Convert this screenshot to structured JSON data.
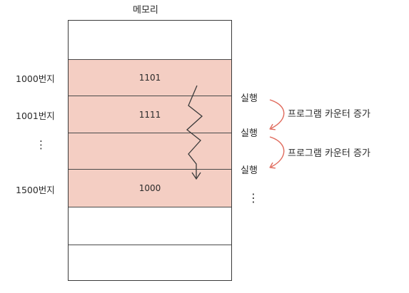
{
  "title": "메모리",
  "rows": [
    {
      "address": "",
      "value": "",
      "highlight": false
    },
    {
      "address": "1000번지",
      "value": "1101",
      "highlight": true
    },
    {
      "address": "1001번지",
      "value": "1111",
      "highlight": true
    },
    {
      "address": "⋮",
      "value": "",
      "highlight": true
    },
    {
      "address": "1500번지",
      "value": "1000",
      "highlight": true
    },
    {
      "address": "",
      "value": "",
      "highlight": false
    },
    {
      "address": "",
      "value": "",
      "highlight": false
    }
  ],
  "execute_labels": [
    "실행",
    "실행",
    "실행"
  ],
  "increment_labels": [
    "프로그램 카운터 증가",
    "프로그램 카운터 증가"
  ],
  "continuation": "⋮",
  "colors": {
    "highlight": "#f4cec3",
    "arrow": "#e06a5c",
    "line": "#3a3a3a"
  }
}
